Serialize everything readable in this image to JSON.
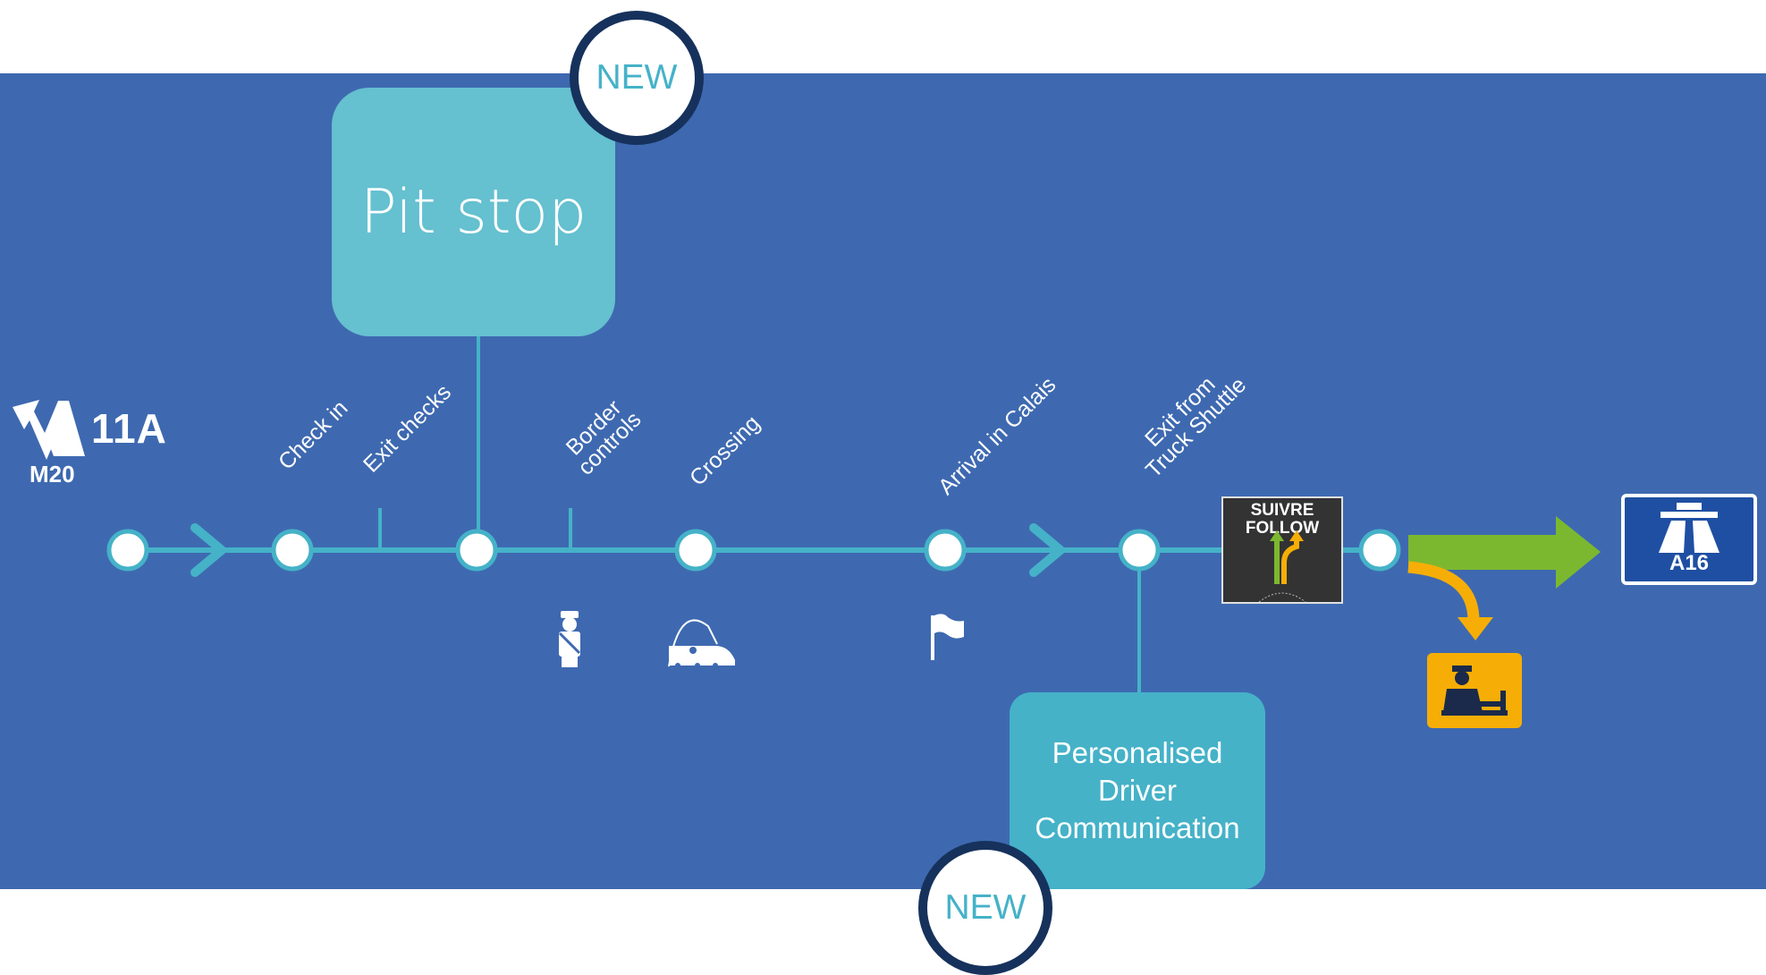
{
  "title": "RVIEW",
  "pit_stop": {
    "label": "Pit stop",
    "badge": "NEW"
  },
  "driver_comm": {
    "lines": [
      "Personalised",
      "Driver",
      "Communication"
    ],
    "badge": "NEW"
  },
  "motorway_sign": {
    "number": "11A",
    "road": "M20"
  },
  "steps": [
    {
      "label": "Check in"
    },
    {
      "label": "Exit checks"
    },
    {
      "label": "Border controls",
      "lines": [
        "Border",
        "controls"
      ]
    },
    {
      "label": "Crossing"
    },
    {
      "label": "Arrival in Calais"
    },
    {
      "label": "Exit from Truck Shuttle",
      "lines": [
        "Exit from",
        "Truck Shuttle"
      ]
    }
  ],
  "follow_sign": {
    "line1": "SUIVRE",
    "line2": "FOLLOW"
  },
  "a16_sign": {
    "label": "A16"
  },
  "icons": [
    "border-officer-icon",
    "train-shuttle-icon",
    "flag-icon",
    "customs-officer-icon",
    "motorway-icon"
  ],
  "colors": {
    "band": "#3e69b0",
    "line": "#45b2c8",
    "pit": "#65c0cf",
    "badge_ring": "#16325c",
    "green_arrow": "#7cb82f",
    "orange": "#f6ae06"
  }
}
